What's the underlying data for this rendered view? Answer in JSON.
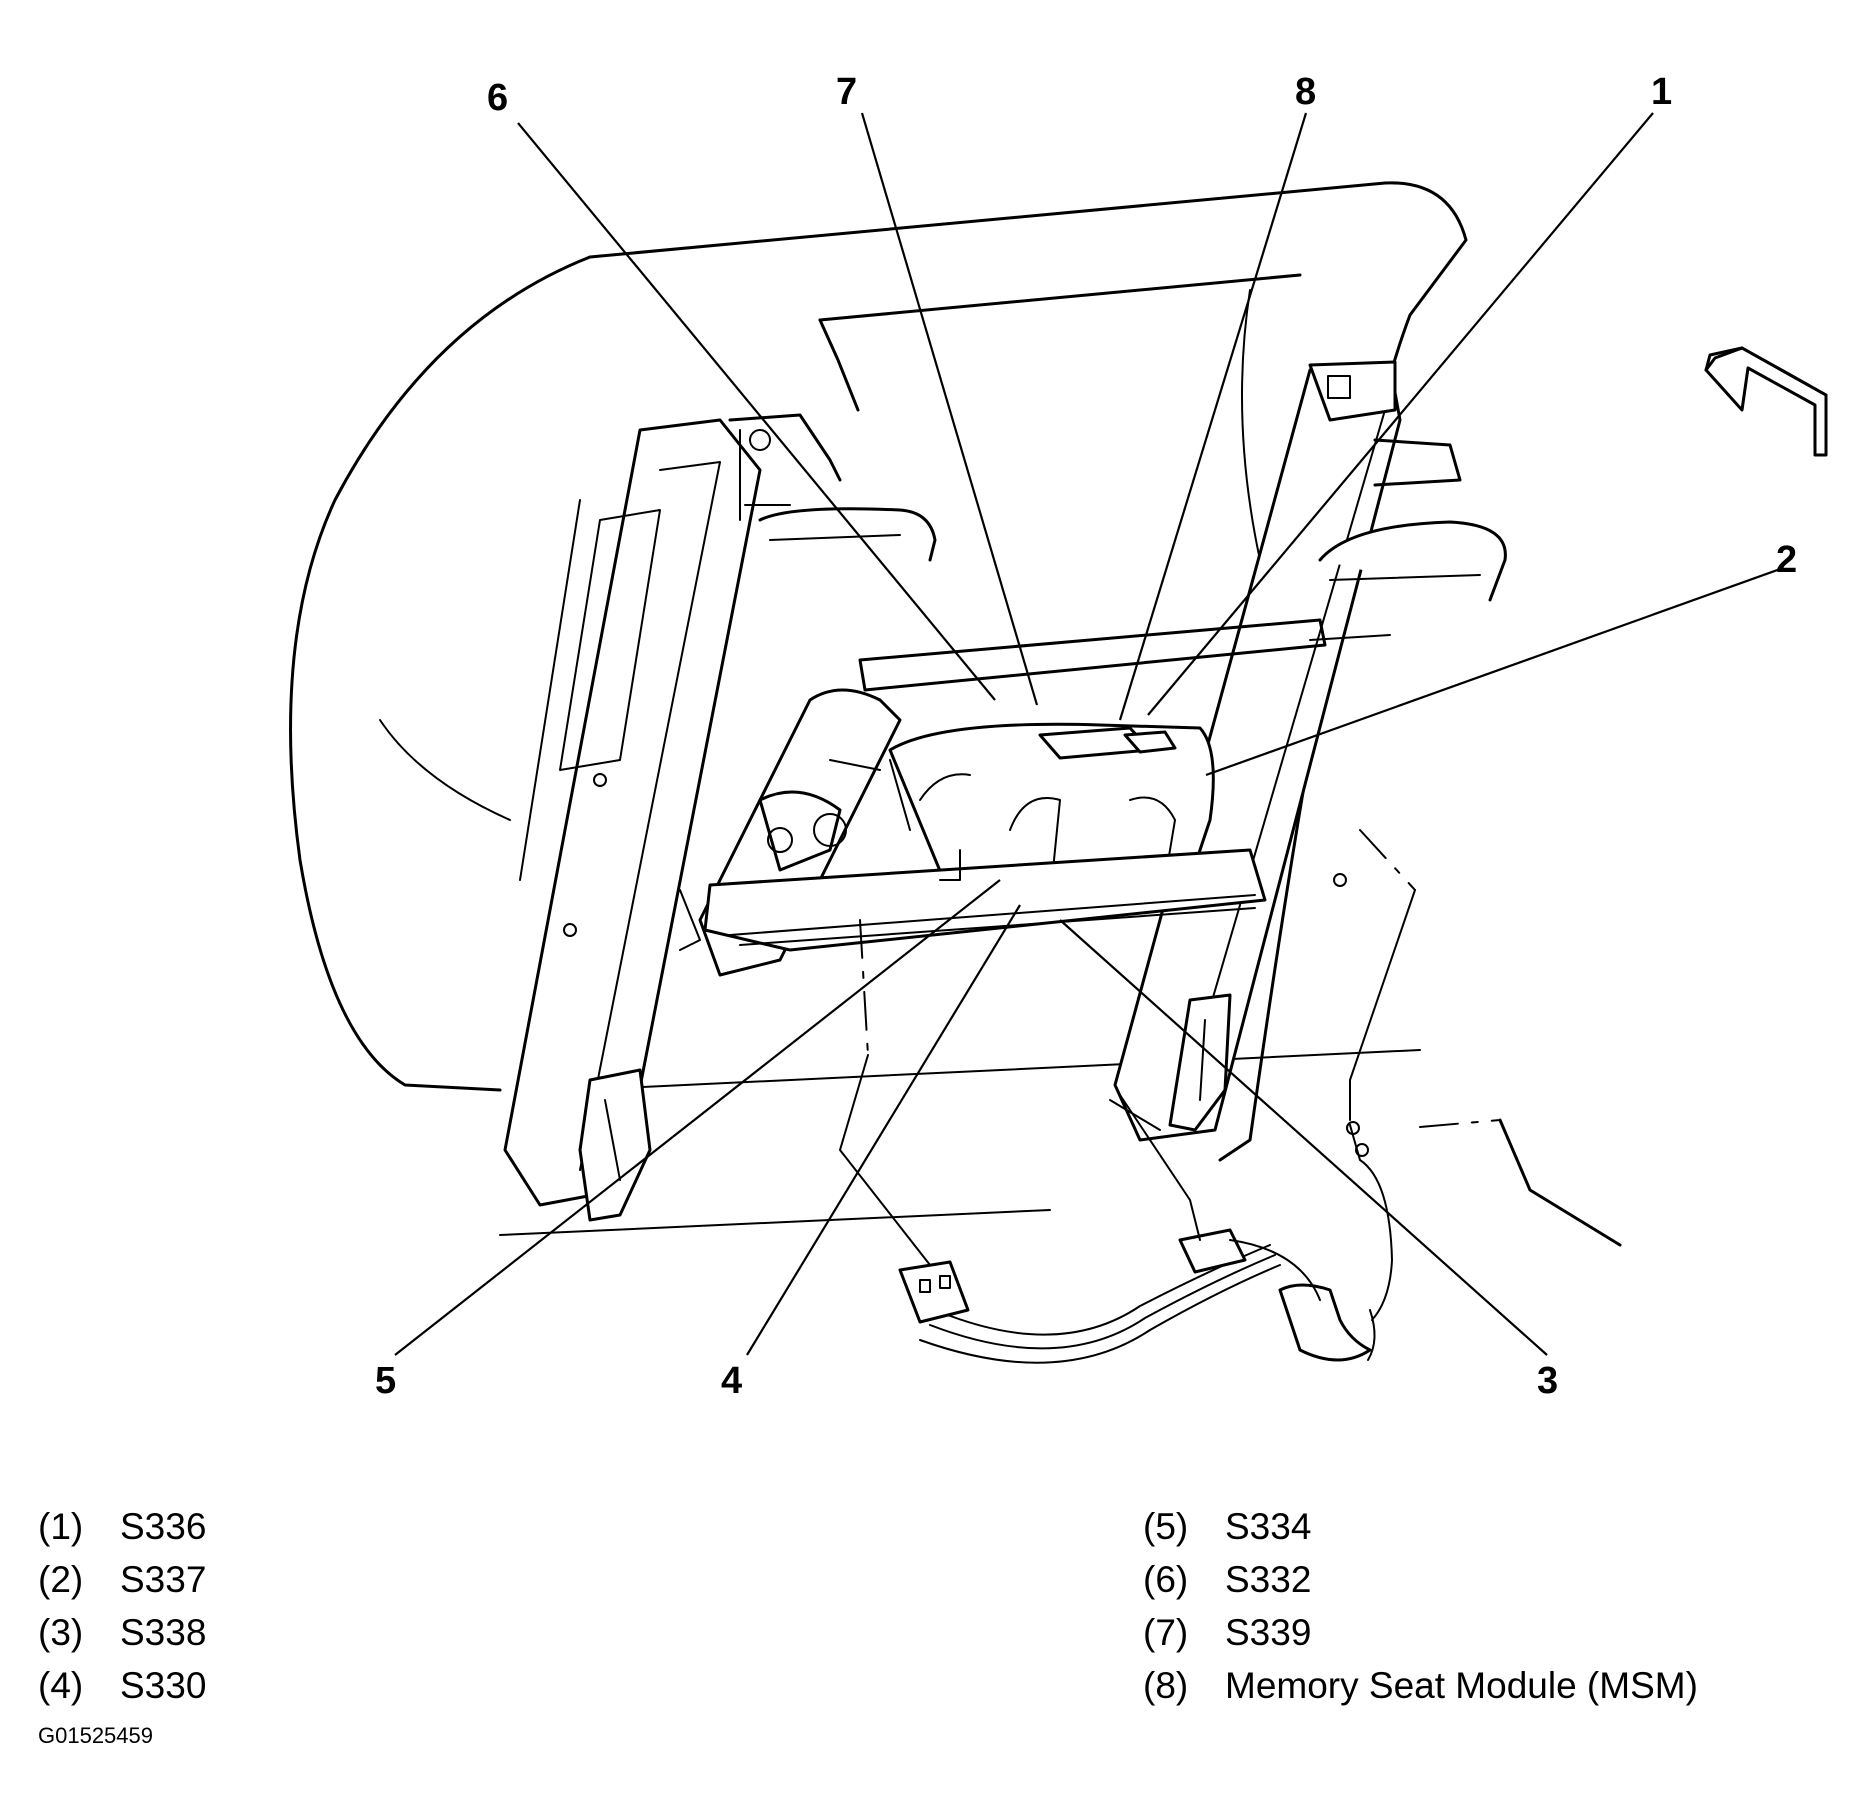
{
  "figure_id": "G01525459",
  "callouts": [
    {
      "number": "1",
      "label": "S336"
    },
    {
      "number": "2",
      "label": "S337"
    },
    {
      "number": "3",
      "label": "S338"
    },
    {
      "number": "4",
      "label": "S330"
    },
    {
      "number": "5",
      "label": "S334"
    },
    {
      "number": "6",
      "label": "S332"
    },
    {
      "number": "7",
      "label": "S339"
    },
    {
      "number": "8",
      "label": "Memory Seat Module (MSM)"
    }
  ],
  "legend": {
    "left": [
      {
        "num": "(1)",
        "label": "S336"
      },
      {
        "num": "(2)",
        "label": "S337"
      },
      {
        "num": "(3)",
        "label": "S338"
      },
      {
        "num": "(4)",
        "label": "S330"
      }
    ],
    "right": [
      {
        "num": "(5)",
        "label": "S334"
      },
      {
        "num": "(6)",
        "label": "S332"
      },
      {
        "num": "(7)",
        "label": "S339"
      },
      {
        "num": "(8)",
        "label": "Memory Seat Module (MSM)"
      }
    ]
  }
}
